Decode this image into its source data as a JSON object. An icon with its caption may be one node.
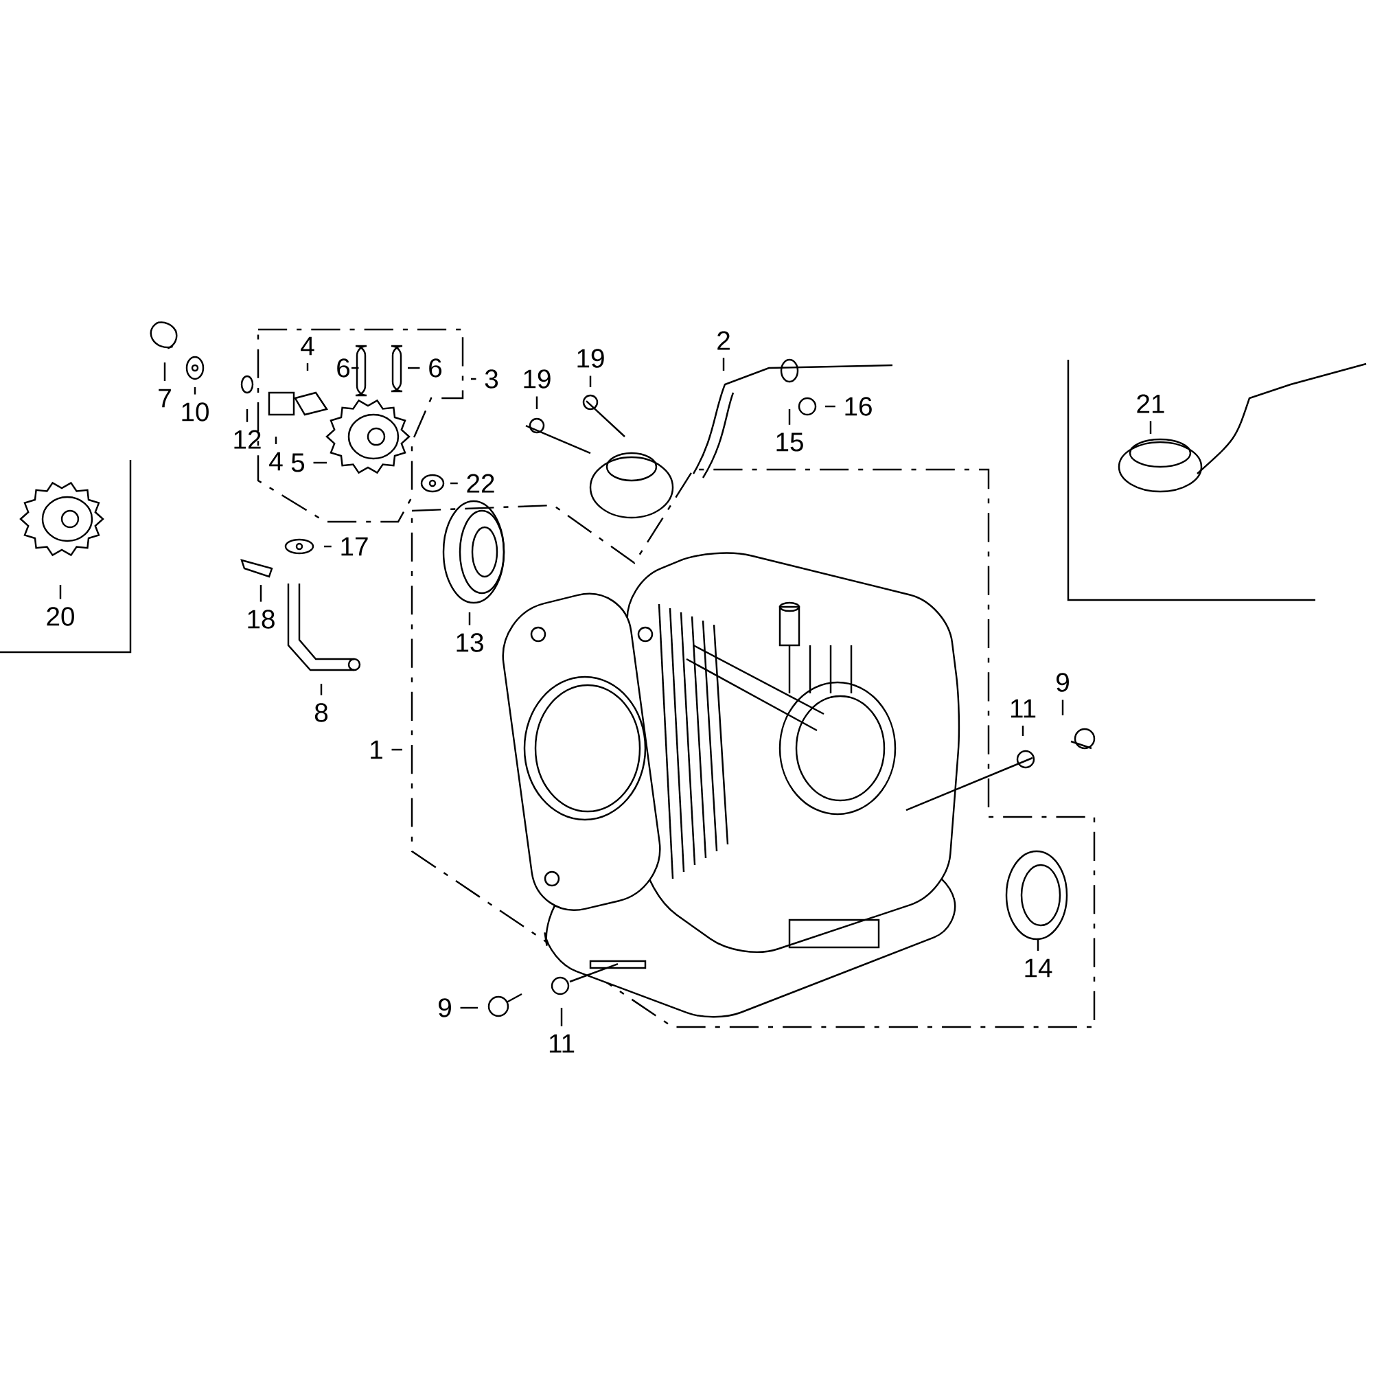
{
  "diagram": {
    "nodes": [
      {
        "text": [
          "7"
        ]
      },
      {
        "text": [
          "10"
        ]
      },
      {
        "text": [
          "12"
        ]
      },
      {
        "text": [
          "4"
        ]
      },
      {
        "text": [
          "4"
        ]
      },
      {
        "text": [
          "6"
        ]
      },
      {
        "text": [
          "6"
        ]
      },
      {
        "text": [
          "3"
        ]
      },
      {
        "text": [
          "5"
        ]
      },
      {
        "text": [
          "2"
        ]
      },
      {
        "text": [
          "19"
        ]
      },
      {
        "text": [
          "19"
        ]
      },
      {
        "text": [
          "15"
        ]
      },
      {
        "text": [
          "16"
        ]
      },
      {
        "text": [
          "21"
        ]
      },
      {
        "text": [
          "22"
        ]
      },
      {
        "text": [
          "17"
        ]
      },
      {
        "text": [
          "20"
        ]
      },
      {
        "text": [
          "18"
        ]
      },
      {
        "text": [
          "13"
        ]
      },
      {
        "text": [
          "8"
        ]
      },
      {
        "text": [
          "9"
        ]
      },
      {
        "text": [
          "11"
        ]
      },
      {
        "text": [
          "1"
        ]
      },
      {
        "text": [
          "14"
        ]
      },
      {
        "text": [
          "9"
        ]
      },
      {
        "text": [
          "11"
        ]
      }
    ],
    "edges": [
      {
        "from": 0,
        "to": null,
        "arrow": "none"
      },
      {
        "from": 1,
        "to": null,
        "arrow": "none"
      },
      {
        "from": 2,
        "to": null,
        "arrow": "none"
      },
      {
        "from": 3,
        "to": null,
        "arrow": "none"
      },
      {
        "from": 4,
        "to": null,
        "arrow": "none"
      },
      {
        "from": 5,
        "to": null,
        "arrow": "none"
      },
      {
        "from": 6,
        "to": null,
        "arrow": "none"
      },
      {
        "from": 7,
        "to": null,
        "arrow": "none"
      },
      {
        "from": 8,
        "to": null,
        "arrow": "none"
      },
      {
        "from": 9,
        "to": null,
        "arrow": "none"
      },
      {
        "from": 10,
        "to": null,
        "arrow": "none"
      },
      {
        "from": 11,
        "to": null,
        "arrow": "none"
      },
      {
        "from": 12,
        "to": null,
        "arrow": "none"
      },
      {
        "from": 13,
        "to": null,
        "arrow": "none"
      },
      {
        "from": 14,
        "to": null,
        "arrow": "none"
      },
      {
        "from": 15,
        "to": null,
        "arrow": "none"
      },
      {
        "from": 16,
        "to": null,
        "arrow": "none"
      },
      {
        "from": 17,
        "to": null,
        "arrow": "none"
      },
      {
        "from": 18,
        "to": null,
        "arrow": "none"
      },
      {
        "from": 19,
        "to": null,
        "arrow": "none"
      },
      {
        "from": 20,
        "to": null,
        "arrow": "none"
      },
      {
        "from": 21,
        "to": null,
        "arrow": "none"
      },
      {
        "from": 22,
        "to": null,
        "arrow": "none"
      },
      {
        "from": 23,
        "to": null,
        "arrow": "none"
      },
      {
        "from": 24,
        "to": null,
        "arrow": "none"
      },
      {
        "from": 25,
        "to": null,
        "arrow": "none"
      },
      {
        "from": 26,
        "to": null,
        "arrow": "none"
      }
    ]
  }
}
